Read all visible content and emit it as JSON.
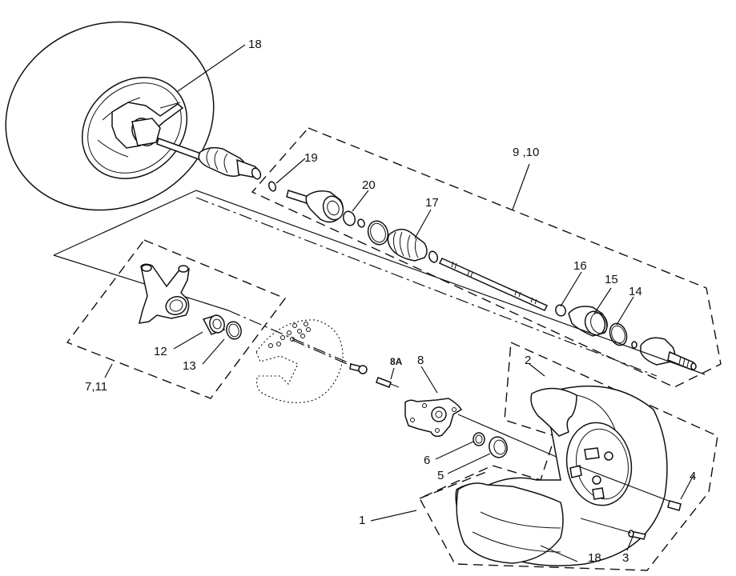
{
  "diagram": {
    "type": "exploded-parts-diagram",
    "subject": "ATV front wheel, hub, knuckle and CV drive axle assembly",
    "callouts": [
      {
        "id": "c18a",
        "label": "18",
        "part": "wheel-rim"
      },
      {
        "id": "c19",
        "label": "19",
        "part": "circlip"
      },
      {
        "id": "c20",
        "label": "20",
        "part": "snap-ring"
      },
      {
        "id": "c17",
        "label": "17",
        "part": "inner-cv-boot-kit"
      },
      {
        "id": "c910",
        "label": "9 ,10",
        "part": "drive-axle-assembly"
      },
      {
        "id": "c16",
        "label": "16",
        "part": "boot-clamp-small"
      },
      {
        "id": "c15",
        "label": "15",
        "part": "outer-cv-boot"
      },
      {
        "id": "c14",
        "label": "14",
        "part": "boot-clamp-large"
      },
      {
        "id": "c12",
        "label": "12",
        "part": "wheel-bearing"
      },
      {
        "id": "c13",
        "label": "13",
        "part": "seal"
      },
      {
        "id": "c711",
        "label": "7,11",
        "part": "steering-knuckle-assembly"
      },
      {
        "id": "c8a",
        "label": "8A",
        "part": "wheel-stud"
      },
      {
        "id": "c8",
        "label": "8",
        "part": "wheel-hub"
      },
      {
        "id": "c2",
        "label": "2",
        "part": "tire"
      },
      {
        "id": "c6",
        "label": "6",
        "part": "castle-nut"
      },
      {
        "id": "c5",
        "label": "5",
        "part": "hub-cap"
      },
      {
        "id": "c4",
        "label": "4",
        "part": "lug-nut"
      },
      {
        "id": "c1",
        "label": "1",
        "part": "wheel-assembly"
      },
      {
        "id": "c18b",
        "label": "18",
        "part": "wheel-rim"
      },
      {
        "id": "c3",
        "label": "3",
        "part": "valve-stem"
      }
    ]
  }
}
